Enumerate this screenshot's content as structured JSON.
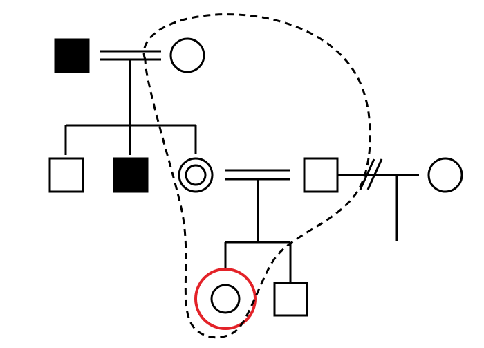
{
  "diagram": {
    "kind": "pedigree",
    "colors": {
      "line": "#000000",
      "affected_fill": "#000000",
      "unaffected_fill": "#ffffff",
      "highlight": "#e32228"
    },
    "individuals": [
      {
        "id": "gen1-father",
        "generation": 1,
        "sex": "male",
        "affected": true
      },
      {
        "id": "gen1-mother",
        "generation": 1,
        "sex": "female",
        "affected": false
      },
      {
        "id": "gen2-son-1",
        "generation": 2,
        "sex": "male",
        "affected": false
      },
      {
        "id": "gen2-son-2",
        "generation": 2,
        "sex": "male",
        "affected": true
      },
      {
        "id": "gen2-daughter",
        "generation": 2,
        "sex": "female",
        "affected": false,
        "marker": "double-circle"
      },
      {
        "id": "gen2-husband",
        "generation": 2,
        "sex": "male",
        "affected": false
      },
      {
        "id": "gen2-other-partner",
        "generation": 2,
        "sex": "female",
        "affected": false
      },
      {
        "id": "gen3-daughter",
        "generation": 3,
        "sex": "female",
        "affected": false,
        "highlighted": true
      },
      {
        "id": "gen3-son",
        "generation": 3,
        "sex": "male",
        "affected": false
      }
    ],
    "relationships": [
      {
        "type": "consanguineous",
        "partners": [
          "gen1-father",
          "gen1-mother"
        ],
        "children": [
          "gen2-son-1",
          "gen2-son-2",
          "gen2-daughter"
        ]
      },
      {
        "type": "consanguineous",
        "partners": [
          "gen2-daughter",
          "gen2-husband"
        ],
        "children": [
          "gen3-daughter",
          "gen3-son"
        ]
      },
      {
        "type": "divorced",
        "partners": [
          "gen2-husband",
          "gen2-other-partner"
        ],
        "children": []
      }
    ],
    "annotations": [
      {
        "type": "dashed-loop",
        "encloses": [
          "gen1-mother",
          "gen3-daughter"
        ]
      }
    ]
  }
}
